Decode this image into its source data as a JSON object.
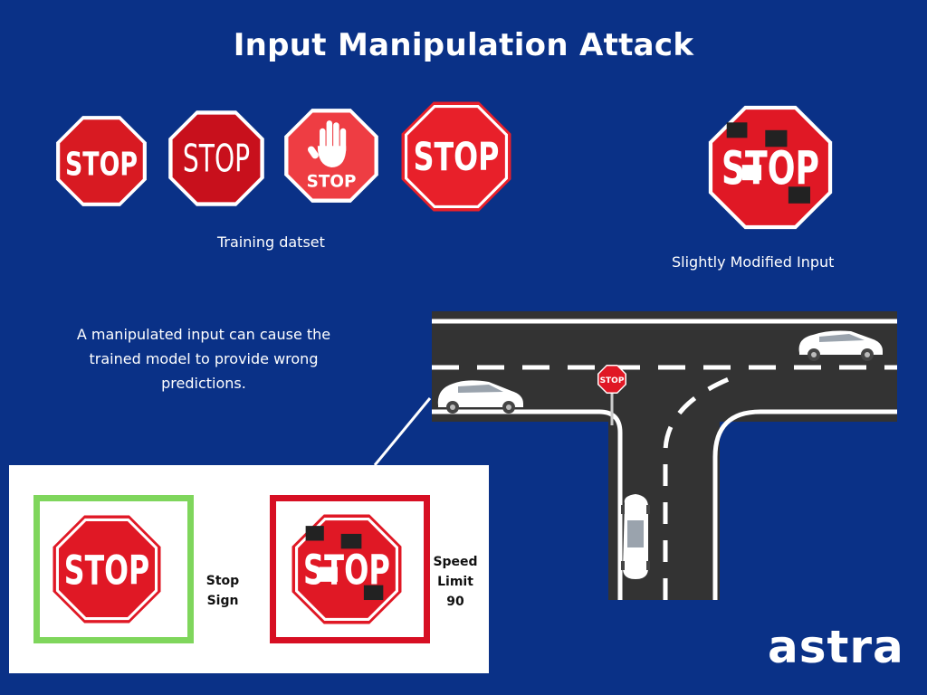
{
  "title": "Input Manipulation Attack",
  "captions": {
    "training": "Training datset",
    "modified": "Slightly Modified Input"
  },
  "description": "A manipulated input can cause the trained model to provide wrong predictions.",
  "sign_text": "STOP",
  "panel": {
    "left_label": "Stop Sign",
    "right_label": "Speed Limit 90"
  },
  "logo": "astra",
  "colors": {
    "background": "#0a3187",
    "sign_red": "#e01825",
    "road": "#333333",
    "correct_frame": "#7fd65c",
    "wrong_frame": "#d70f23"
  }
}
